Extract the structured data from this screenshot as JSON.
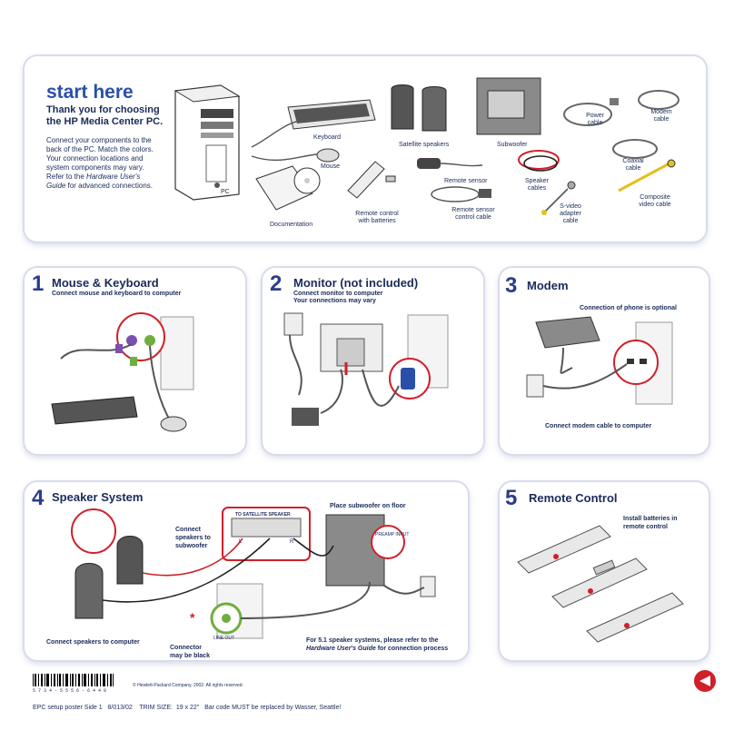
{
  "top": {
    "heading": "start here",
    "thanks_line1": "Thank you for choosing",
    "thanks_line2": "the HP Media Center PC.",
    "intro_lines": [
      "Connect your components to the",
      "back of the PC. Match the colors.",
      "Your connection locations and",
      "system components may vary.",
      "Refer to the"
    ],
    "intro_italic": "Hardware User's",
    "intro_guide": "Guide",
    "intro_end": "for advanced connections.",
    "labels": {
      "pc": "PC",
      "keyboard": "Keyboard",
      "mouse": "Mouse",
      "documentation": "Documentation",
      "remote": "Remote control with batteries",
      "satellite": "Satellite speakers",
      "subwoofer": "Subwoofer",
      "remote_sensor": "Remote sensor",
      "sensor_cable": "Remote sensor control cable",
      "speaker_cables": "Speaker cables",
      "svideo": "S-video adapter cable",
      "power": "Power cable",
      "modem": "Modem cable",
      "coaxial": "Coaxial cable",
      "composite": "Composite video cable"
    }
  },
  "panels": {
    "p1": {
      "num": "1",
      "title": "Mouse & Keyboard",
      "sub": "Connect mouse and keyboard to computer"
    },
    "p2": {
      "num": "2",
      "title": "Monitor (not included)",
      "sub1": "Connect monitor to computer",
      "sub2": "Your connections may vary"
    },
    "p3": {
      "num": "3",
      "title": "Modem",
      "note_top": "Connection of phone is optional",
      "note_bottom": "Connect modem cable to computer"
    },
    "p4": {
      "num": "4",
      "title": "Speaker System",
      "note_connect1": "Connect",
      "note_connect2": "speakers to",
      "note_connect3": "subwoofer",
      "note_sub": "Place subwoofer on floor",
      "note_bottom": "Connect speakers to computer",
      "note_connector1": "Connector",
      "note_connector2": "may be black",
      "note_51_1": "For 5.1 speaker systems, please refer to the",
      "note_51_guide": "Hardware User's Guide",
      "note_51_end": "for connection process",
      "inset_label": "TO SATELLITE SPEAKER",
      "lr_left": "L",
      "lr_right": "R",
      "preamp": "PREAMP INPUT",
      "line_out": "LINE OUT"
    },
    "p5": {
      "num": "5",
      "title": "Remote Control",
      "note1": "Install batteries in",
      "note2": "remote control"
    }
  },
  "footer": {
    "copyright": "© Hewlett-Packard Company, 2002. All rights reserved.",
    "barcode_num": "5 7 3 4 - 5 5 5 6 - 6 4 4 8",
    "info": "EPC setup poster Side 1   8/013/02    TRIM SIZE:  19 x 22\"   Bar code MUST be replaced by Wasser, Seattle!"
  },
  "colors": {
    "navy": "#2a3c8a",
    "heading_blue": "#2a4fa8",
    "red": "#d0202a",
    "purple": "#7b4fb0",
    "green": "#6fae3c"
  }
}
